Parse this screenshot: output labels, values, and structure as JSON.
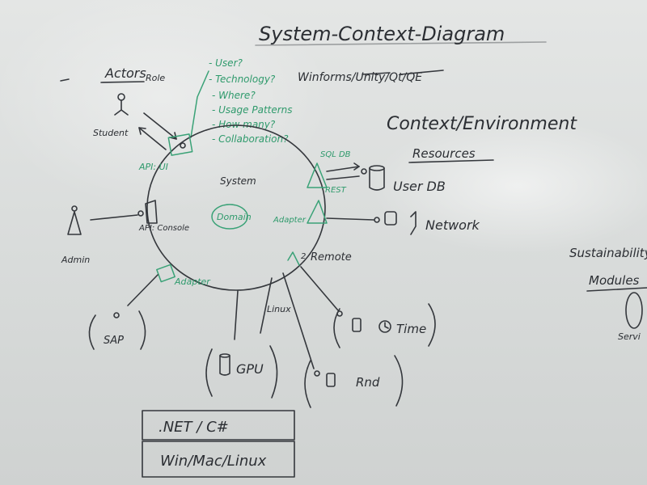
{
  "title": "System-Context-Diagram",
  "actors_heading": "Actors",
  "role_label": "Role",
  "questions": [
    "- User?",
    "- Technology?",
    "- Where?",
    "- Usage Patterns",
    "- How many?",
    "- Collaboration?"
  ],
  "tech_note": "Winforms/Unity/Qt/QE",
  "context_heading": "Context/Environment",
  "resources_heading": "Resources",
  "system_label": "System",
  "domain_label": "Domain",
  "student_label": "Student",
  "admin_label": "Admin",
  "sap_label": "SAP",
  "api_ui_label": "API: UI",
  "api_console_label": "API: Console",
  "adapter_label": "Adapter",
  "adapter2_label": "Adapter",
  "sql_db_label": "SQL DB",
  "rest_label": "REST",
  "user_db_label": "User DB",
  "network_label": "Network",
  "remote_label": "Remote",
  "linux_label": "Linux",
  "time_label": "Time",
  "gpu_label": "GPU",
  "rnd_label": "Rnd",
  "sustainability_label": "Sustainability",
  "modules_label": "Modules",
  "service_label": "Servi",
  "platform_top": ".NET / C#",
  "platform_bottom": "Win/Mac/Linux"
}
